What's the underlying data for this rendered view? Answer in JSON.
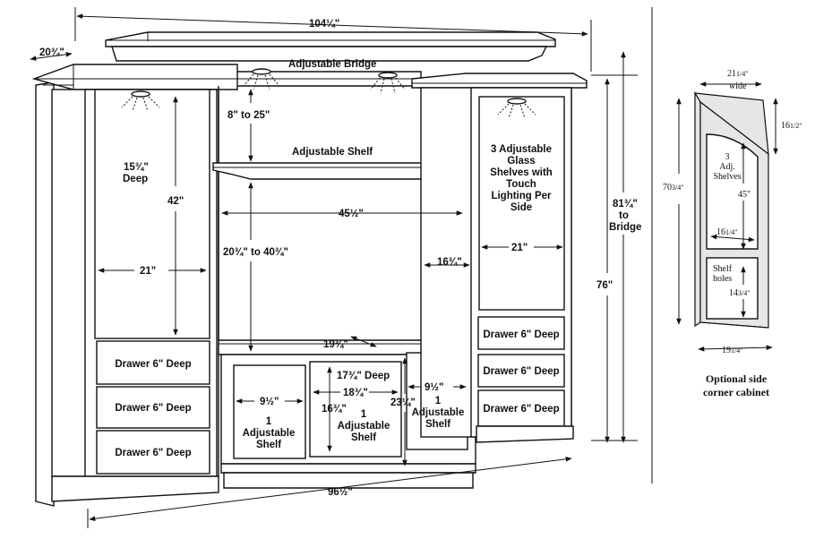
{
  "labels": {
    "overall_width": "104¼\"",
    "depth": "20¾\"",
    "bridge": "Adjustable Bridge",
    "bridge_height": "8\" to 25\"",
    "adjustable_shelf": "Adjustable Shelf",
    "tv_width": "45½\"",
    "tv_height": "20¾\" to 40¾\"",
    "tv_depth": "16¾\"",
    "left_depth": "15¾\"",
    "left_depth_word": "Deep",
    "left_height": "42\"",
    "left_width": "21\"",
    "right_glass_1": "3 Adjustable",
    "right_glass_2": "Glass",
    "right_glass_3": "Shelves with",
    "right_glass_4": "Touch",
    "right_glass_5": "Lighting Per",
    "right_glass_6": "Side",
    "right_width": "21\"",
    "height_to_bridge_1": "81¾\"",
    "height_to_bridge_2": "to",
    "height_to_bridge_3": "Bridge",
    "height_total": "76\"",
    "drawer": "Drawer 6\" Deep",
    "base_depth": "19¾\"",
    "base_center_depth": "17¾\" Deep",
    "base_center_width": "18¾\"",
    "base_center_height": "16¾\"",
    "base_height": "23¼\"",
    "base_door_width": "9½\"",
    "one": "1",
    "adjustable": "Adjustable",
    "shelf": "Shelf",
    "bottom_width": "96½\""
  },
  "corner": {
    "top_width": "21",
    "top_width_frac": "1/4\"",
    "top_width_word": "wide",
    "top_height": "16",
    "top_height_frac": "1/2\"",
    "total_height": "70",
    "total_height_frac": "3/4\"",
    "adj_1": "3",
    "adj_2": "Adj.",
    "adj_3": "Shelves",
    "shelf_height": "45\"",
    "inner_width": "16",
    "inner_width_frac": "1/4\"",
    "shelf_holes_1": "Shelf",
    "shelf_holes_2": "holes",
    "lower_height": "14",
    "lower_height_frac": "3/4\"",
    "base_width": "19",
    "base_width_frac": "1/4\"",
    "caption_1": "Optional side",
    "caption_2": "corner cabinet"
  }
}
